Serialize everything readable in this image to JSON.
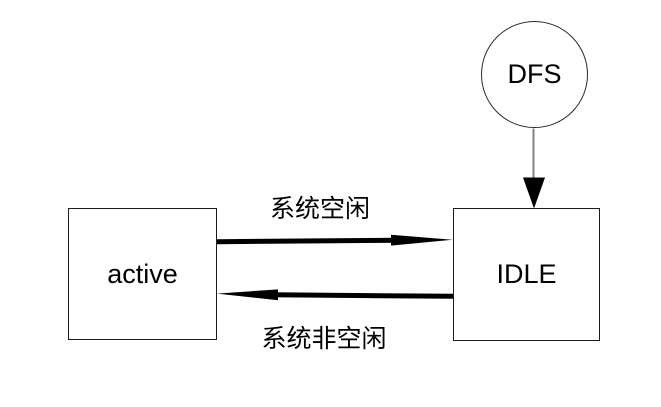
{
  "diagram": {
    "title": "state-transition-diagram",
    "nodes": {
      "dfs": {
        "label": "DFS",
        "shape": "circle"
      },
      "active": {
        "label": "active",
        "shape": "rect"
      },
      "idle": {
        "label": "IDLE",
        "shape": "rect"
      }
    },
    "edges": {
      "active_to_idle": {
        "from": "active",
        "to": "idle",
        "label": "系统空闲",
        "style": "thick-black"
      },
      "idle_to_active": {
        "from": "idle",
        "to": "active",
        "label": "系统非空闲",
        "style": "thick-black"
      },
      "dfs_to_idle": {
        "from": "dfs",
        "to": "idle",
        "label": "",
        "style": "thin-gray"
      }
    },
    "colors": {
      "background": "#ffffff",
      "edge_thick": "#000000",
      "edge_thin_connector": "#808080",
      "node_border": "#1c1c1c",
      "text": "#000000"
    }
  }
}
